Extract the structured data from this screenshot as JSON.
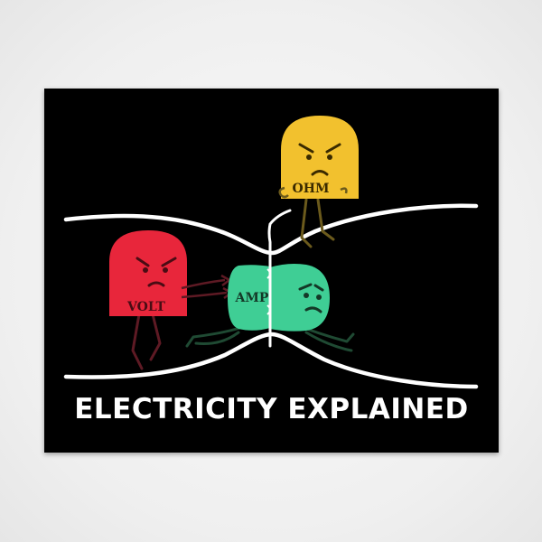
{
  "caption": "ELECTRICITY EXPLAINED",
  "characters": {
    "ohm": {
      "label": "OHM",
      "color": "#f2c12e"
    },
    "volt": {
      "label": "VOLT",
      "color": "#e8263b"
    },
    "amp": {
      "label": "AMP",
      "color": "#3fce95"
    }
  },
  "colors": {
    "background": "#000000",
    "wire": "#ffffff",
    "caption": "#ffffff"
  }
}
